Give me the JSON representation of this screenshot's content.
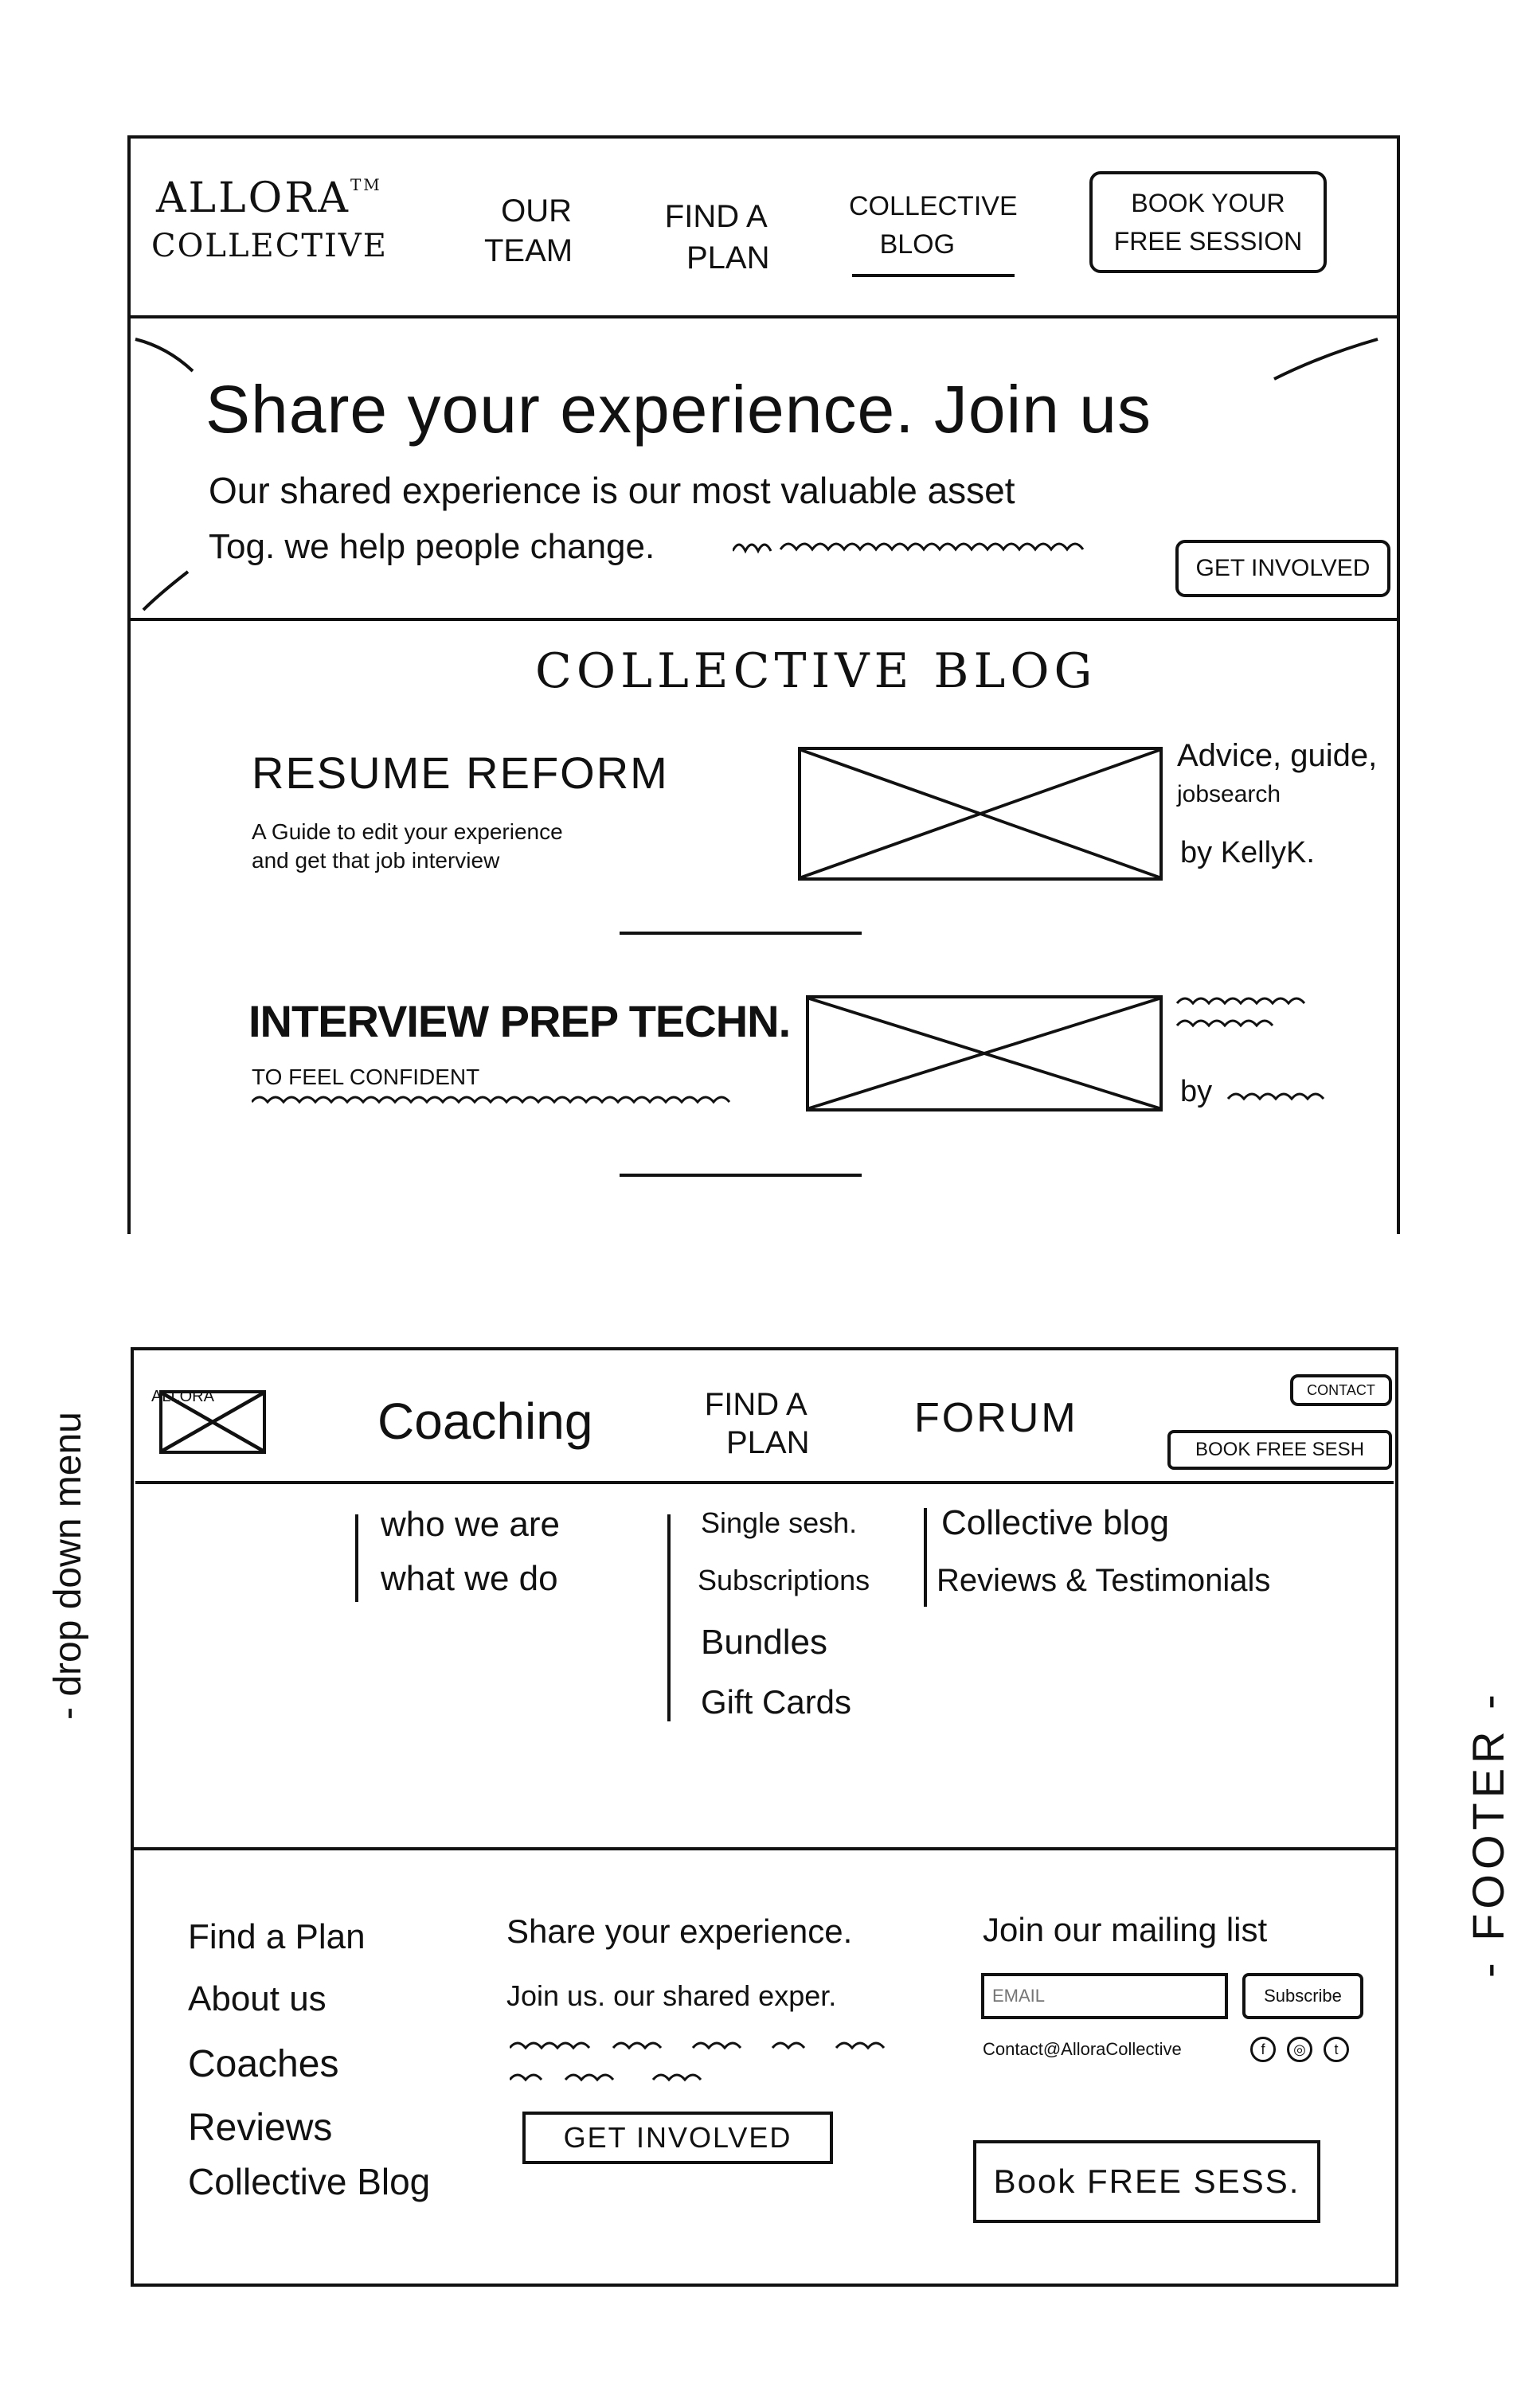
{
  "page1": {
    "logo": {
      "line1": "ALLORA",
      "tm": "TM",
      "line2": "COLLECTIVE"
    },
    "nav": [
      {
        "line1": "OUR",
        "line2": "TEAM"
      },
      {
        "line1": "FIND A",
        "line2": "PLAN"
      },
      {
        "line1": "COLLECTIVE",
        "line2": "BLOG"
      }
    ],
    "cta": {
      "line1": "BOOK YOUR",
      "line2": "FREE SESSION"
    },
    "hero": {
      "title": "Share your experience. Join us",
      "line1": "Our shared experience is our most valuable asset",
      "line2": "Tog. we help people change.",
      "button": "GET INVOLVED"
    },
    "blog": {
      "heading": "COLLECTIVE BLOG",
      "posts": [
        {
          "title": "RESUME REFORM",
          "desc1": "A Guide to edit your experience",
          "desc2": "and get that job interview",
          "tags1": "Advice, guide,",
          "tags2": "jobsearch",
          "author": "by KellyK."
        },
        {
          "title": "INTERVIEW PREP TECHN.",
          "desc1": "TO FEEL CONFIDENT",
          "author": "by"
        }
      ]
    }
  },
  "page2": {
    "side_label": "- drop down menu",
    "footer_label": "- FOOTER -",
    "logo_text": "ALLORA",
    "nav": [
      {
        "label": "Coaching"
      },
      {
        "line1": "FIND A",
        "line2": "PLAN"
      },
      {
        "label": "FORUM"
      }
    ],
    "contact_button": "CONTACT",
    "book_button": "BOOK FREE SESH",
    "dropdown": {
      "col1": [
        "who we are",
        "what we do"
      ],
      "col2": [
        "Single sesh.",
        "Subscriptions",
        "Bundles",
        "Gift Cards"
      ],
      "col3": [
        "Collective blog",
        "Reviews & Testimonials"
      ]
    },
    "footer": {
      "links": [
        "Find a Plan",
        "About us",
        "Coaches",
        "Reviews",
        "Collective Blog"
      ],
      "share_line1": "Share your experience.",
      "share_line2": "Join us. our shared exper.",
      "get_involved": "GET INVOLVED",
      "mailing_title": "Join our mailing list",
      "email_placeholder": "EMAIL",
      "subscribe": "Subscribe",
      "contact_email": "Contact@AlloraCollective",
      "book": "Book FREE SESS."
    }
  }
}
